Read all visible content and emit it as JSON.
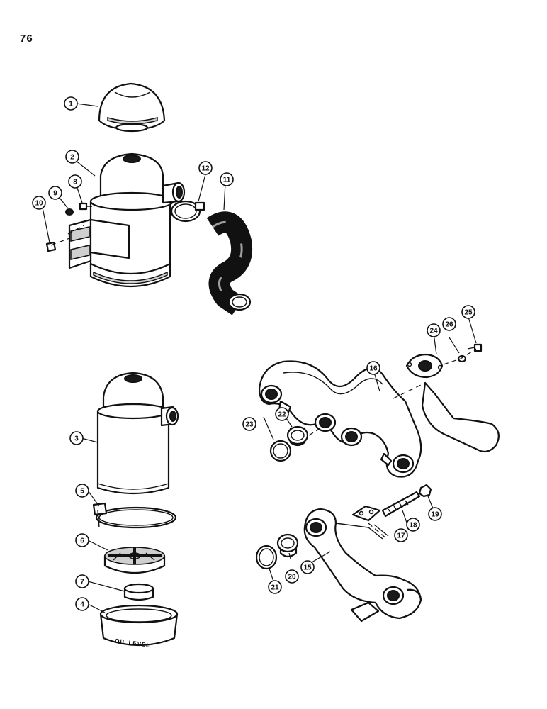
{
  "page": {
    "number": "76"
  },
  "engraving": {
    "oil_level": "OIL LEVEL"
  },
  "callouts": [
    {
      "label": "1"
    },
    {
      "label": "2"
    },
    {
      "label": "3"
    },
    {
      "label": "4"
    },
    {
      "label": "5"
    },
    {
      "label": "6"
    },
    {
      "label": "7"
    },
    {
      "label": "8"
    },
    {
      "label": "9"
    },
    {
      "label": "10"
    },
    {
      "label": "11"
    },
    {
      "label": "12"
    },
    {
      "label": "15"
    },
    {
      "label": "16"
    },
    {
      "label": "17"
    },
    {
      "label": "18"
    },
    {
      "label": "19"
    },
    {
      "label": "20"
    },
    {
      "label": "21"
    },
    {
      "label": "22"
    },
    {
      "label": "23"
    },
    {
      "label": "24"
    },
    {
      "label": "25"
    },
    {
      "label": "26"
    }
  ]
}
